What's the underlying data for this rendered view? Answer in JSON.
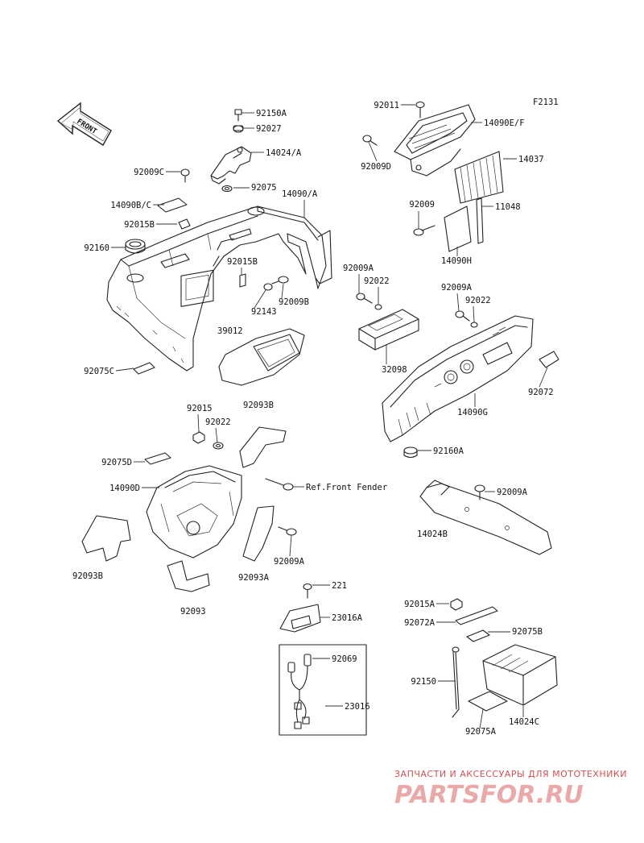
{
  "diagram": {
    "code": "F2131",
    "front_arrow_label": "FRONT",
    "callouts": [
      {
        "id": "c92150A",
        "text": "92150A",
        "anchor": "start"
      },
      {
        "id": "c92027",
        "text": "92027",
        "anchor": "start"
      },
      {
        "id": "c14024A",
        "text": "14024/A",
        "anchor": "start"
      },
      {
        "id": "c92009C",
        "text": "92009C",
        "anchor": "end"
      },
      {
        "id": "c92075",
        "text": "92075",
        "anchor": "start"
      },
      {
        "id": "c14090BC",
        "text": "14090B/C",
        "anchor": "end"
      },
      {
        "id": "c14090A",
        "text": "14090/A",
        "anchor": "start"
      },
      {
        "id": "c92015B_1",
        "text": "92015B",
        "anchor": "end"
      },
      {
        "id": "c92160",
        "text": "92160",
        "anchor": "end"
      },
      {
        "id": "c92015B_2",
        "text": "92015B",
        "anchor": "start"
      },
      {
        "id": "c92143",
        "text": "92143",
        "anchor": "start"
      },
      {
        "id": "c92009B",
        "text": "92009B",
        "anchor": "start"
      },
      {
        "id": "c39012",
        "text": "39012",
        "anchor": "start"
      },
      {
        "id": "c92075C",
        "text": "92075C",
        "anchor": "end"
      },
      {
        "id": "c92093B_1",
        "text": "92093B",
        "anchor": "start"
      },
      {
        "id": "c92011",
        "text": "92011",
        "anchor": "end"
      },
      {
        "id": "c14090EF",
        "text": "14090E/F",
        "anchor": "start"
      },
      {
        "id": "c92009D",
        "text": "92009D",
        "anchor": "end"
      },
      {
        "id": "c14037",
        "text": "14037",
        "anchor": "start"
      },
      {
        "id": "c92009_1",
        "text": "92009",
        "anchor": "end"
      },
      {
        "id": "c11048",
        "text": "11048",
        "anchor": "start"
      },
      {
        "id": "c14090H",
        "text": "14090H",
        "anchor": "start"
      },
      {
        "id": "c92009A_1",
        "text": "92009A",
        "anchor": "start"
      },
      {
        "id": "c92022_1",
        "text": "92022",
        "anchor": "start"
      },
      {
        "id": "c32098",
        "text": "32098",
        "anchor": "start"
      },
      {
        "id": "c92009A_2",
        "text": "92009A",
        "anchor": "start"
      },
      {
        "id": "c92022_2",
        "text": "92022",
        "anchor": "start"
      },
      {
        "id": "c92072",
        "text": "92072",
        "anchor": "start"
      },
      {
        "id": "c14090G",
        "text": "14090G",
        "anchor": "start"
      },
      {
        "id": "c92160A",
        "text": "92160A",
        "anchor": "start"
      },
      {
        "id": "c92015",
        "text": "92015",
        "anchor": "start"
      },
      {
        "id": "c92022_3",
        "text": "92022",
        "anchor": "start"
      },
      {
        "id": "c92075D",
        "text": "92075D",
        "anchor": "end"
      },
      {
        "id": "c14090D",
        "text": "14090D",
        "anchor": "end"
      },
      {
        "id": "cRefFrontFender",
        "text": "Ref.Front Fender",
        "anchor": "start"
      },
      {
        "id": "c92009A_3",
        "text": "92009A",
        "anchor": "start"
      },
      {
        "id": "c14024B",
        "text": "14024B",
        "anchor": "start"
      },
      {
        "id": "c92093B_2",
        "text": "92093B",
        "anchor": "start"
      },
      {
        "id": "c92093A",
        "text": "92093A",
        "anchor": "start"
      },
      {
        "id": "c92009A_4",
        "text": "92009A",
        "anchor": "start"
      },
      {
        "id": "c92093",
        "text": "92093",
        "anchor": "start"
      },
      {
        "id": "c221",
        "text": "221",
        "anchor": "start"
      },
      {
        "id": "c23016A",
        "text": "23016A",
        "anchor": "start"
      },
      {
        "id": "c92069",
        "text": "92069",
        "anchor": "start"
      },
      {
        "id": "c23016",
        "text": "23016",
        "anchor": "start"
      },
      {
        "id": "c92015A",
        "text": "92015A",
        "anchor": "end"
      },
      {
        "id": "c92072A",
        "text": "92072A",
        "anchor": "end"
      },
      {
        "id": "c92075B",
        "text": "92075B",
        "anchor": "start"
      },
      {
        "id": "c92150",
        "text": "92150",
        "anchor": "end"
      },
      {
        "id": "c14024C",
        "text": "14024C",
        "anchor": "start"
      },
      {
        "id": "c92075A",
        "text": "92075A",
        "anchor": "start"
      }
    ]
  },
  "watermark": {
    "line1": "ЗАПЧАСТИ И АКСЕССУАРЫ ДЛЯ МОТОТЕХНИКИ",
    "line2": "PARTSFOR.RU"
  }
}
